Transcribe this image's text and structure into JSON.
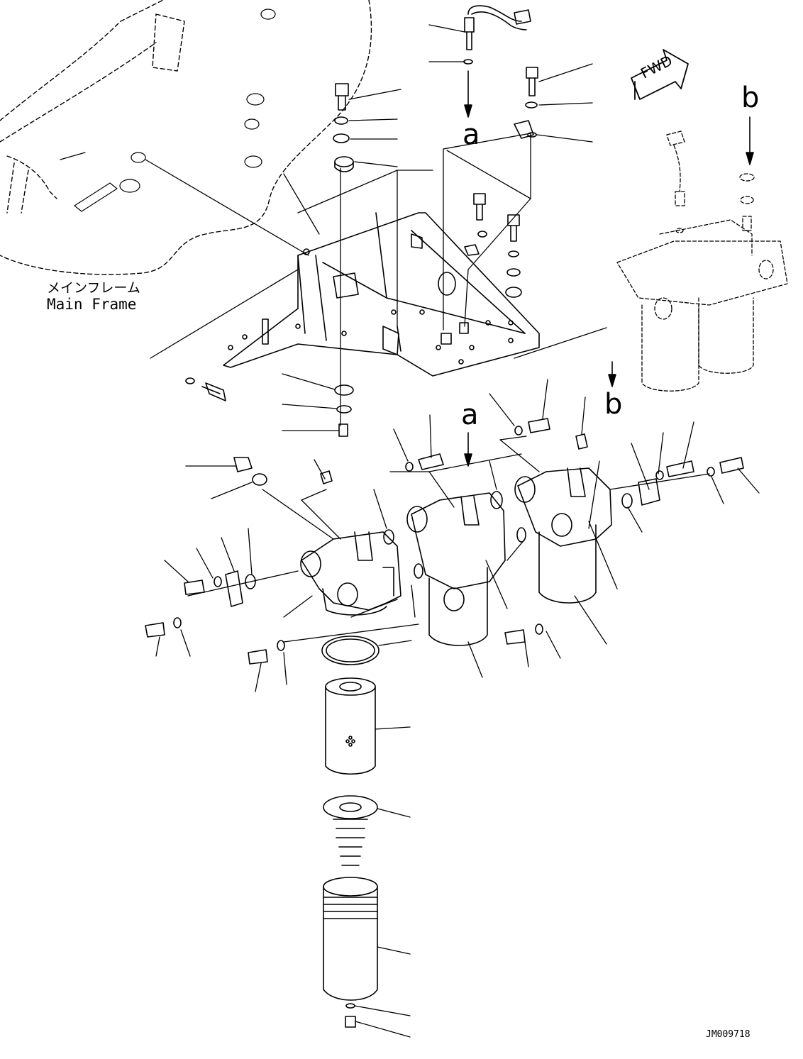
{
  "labels": {
    "main_frame_jp": "メインフレーム",
    "main_frame_en": "Main Frame",
    "ref_a_top": "a",
    "ref_a_mid": "a",
    "ref_b_top": "b",
    "ref_b_mid": "b",
    "fwd": "FWD",
    "drawing_code": "JM009718"
  },
  "icons": {
    "fwd_arrow": "fwd-arrow-icon",
    "flow_arrows": "down-arrow-icon"
  },
  "colors": {
    "line": "#000000",
    "background": "#ffffff"
  }
}
